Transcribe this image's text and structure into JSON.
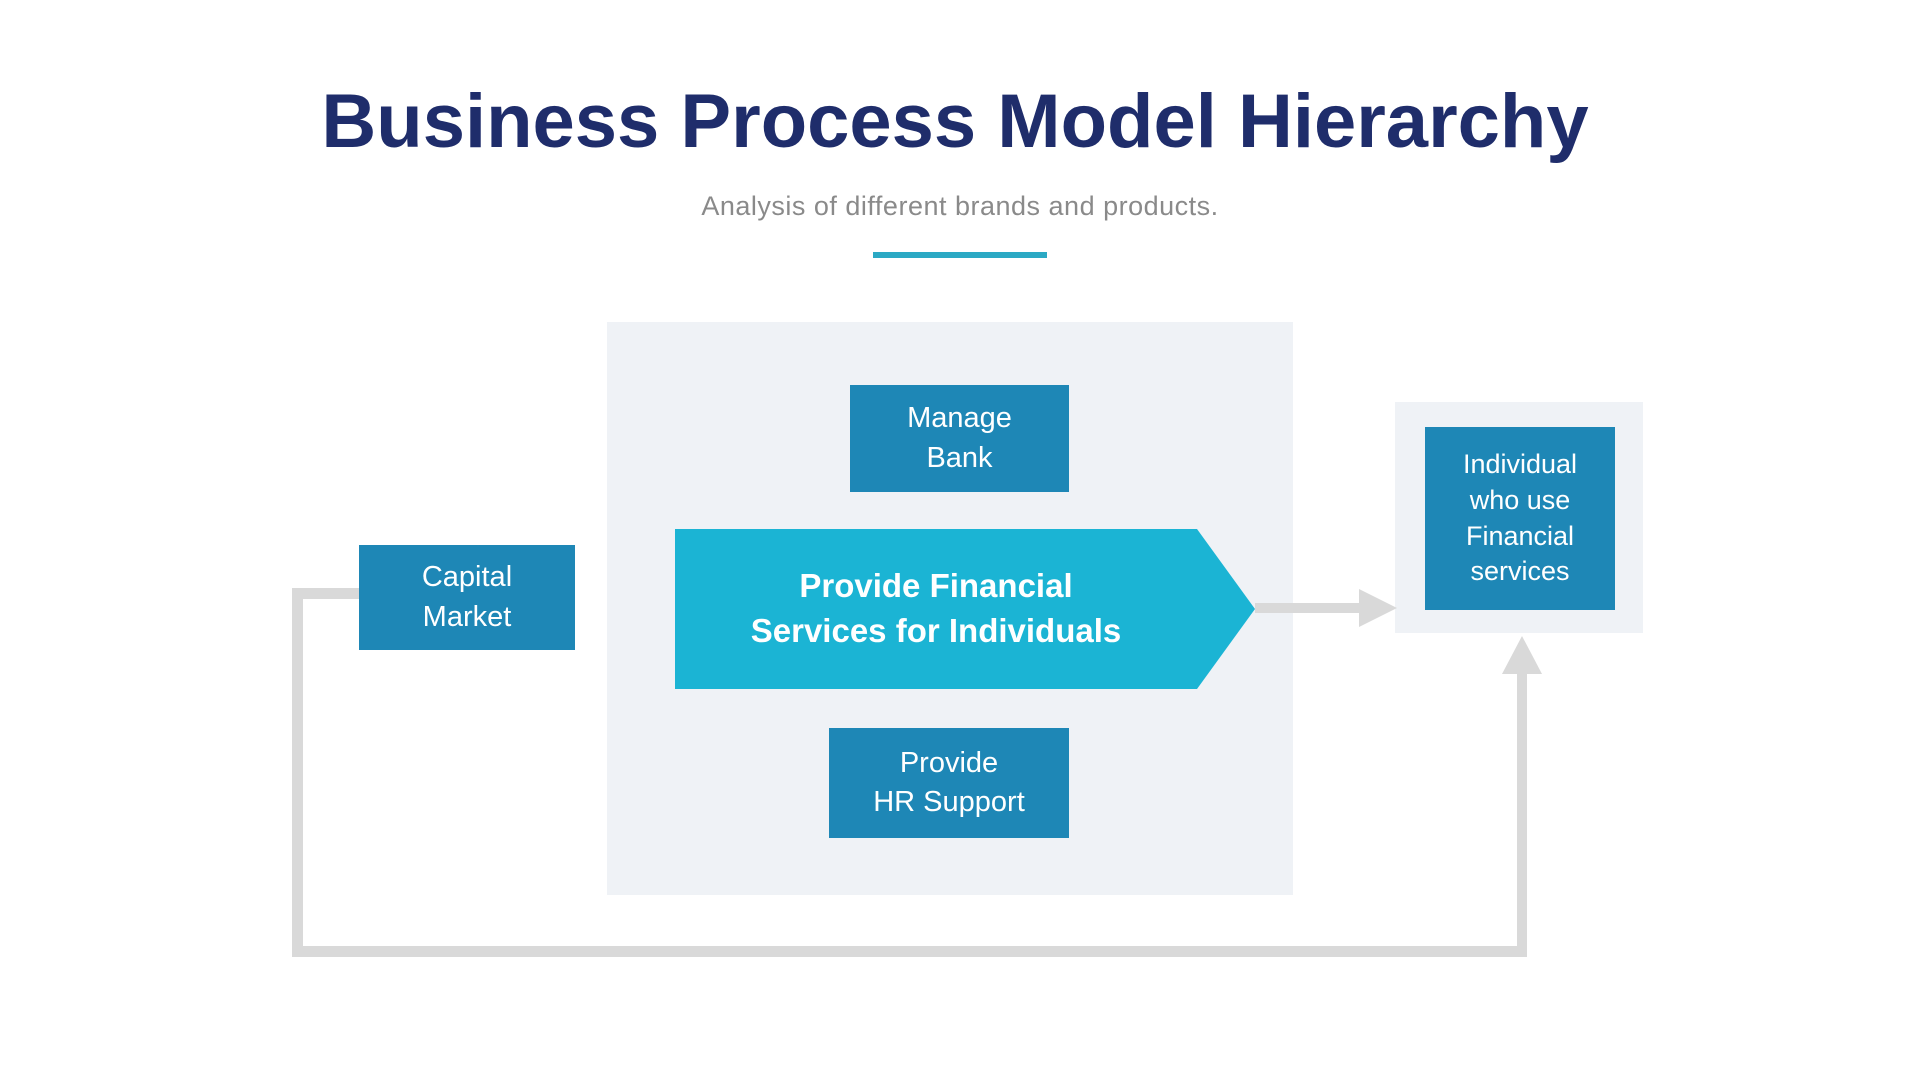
{
  "palette": {
    "title_navy": "#1F2D6B",
    "subtitle_gray": "#8A8A8A",
    "underline_teal": "#2BA9C4",
    "node_blue": "#1E87B6",
    "arrow_cyan": "#1BB4D4",
    "panel_light": "#EFF2F6",
    "connector_gray": "#D9D9D9",
    "background": "#FFFFFF",
    "node_text": "#FFFFFF"
  },
  "header": {
    "title": "Business Process Model Hierarchy",
    "subtitle": "Analysis of different brands and products."
  },
  "diagram": {
    "left_node": {
      "label": "Capital\nMarket"
    },
    "top_node": {
      "label": "Manage\nBank"
    },
    "center_arrow": {
      "label": "Provide Financial\nServices for Individuals"
    },
    "bottom_node": {
      "label": "Provide\nHR Support"
    },
    "right_node": {
      "label": "Individual\nwho use\nFinancial\nservices"
    }
  }
}
